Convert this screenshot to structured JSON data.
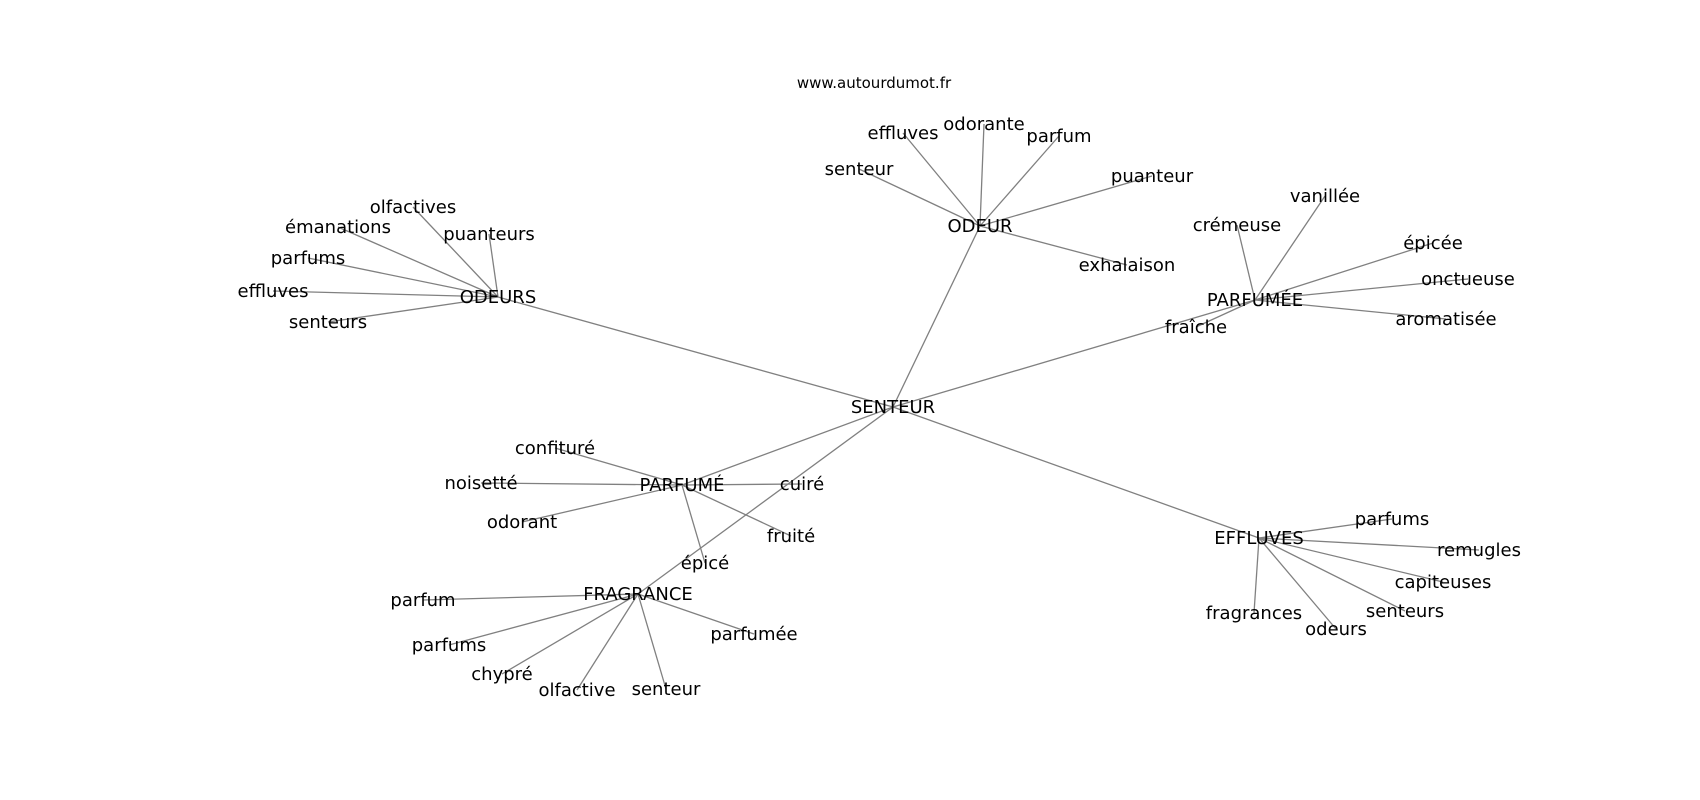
{
  "source": "www.autourdumot.fr",
  "colors": {
    "edge": "#808080",
    "text": "#000000",
    "background": "#ffffff"
  },
  "graph": {
    "center": "SENTEUR",
    "clusters": [
      {
        "hub": "ODEUR",
        "words": [
          "effluves",
          "odorante",
          "parfum",
          "senteur",
          "puanteur",
          "exhalaison"
        ]
      },
      {
        "hub": "ODEURS",
        "words": [
          "olfactives",
          "émanations",
          "puanteurs",
          "parfums",
          "effluves",
          "senteurs"
        ]
      },
      {
        "hub": "PARFUMÉE",
        "words": [
          "vanillée",
          "crémeuse",
          "épicée",
          "onctueuse",
          "aromatisée",
          "fraîche"
        ]
      },
      {
        "hub": "PARFUMÉ",
        "words": [
          "confituré",
          "noisetté",
          "odorant",
          "cuiré",
          "fruité",
          "épicé"
        ]
      },
      {
        "hub": "FRAGRANCE",
        "words": [
          "parfum",
          "parfums",
          "chypré",
          "olfactive",
          "senteur",
          "parfumée"
        ]
      },
      {
        "hub": "EFFLUVES",
        "words": [
          "parfums",
          "remugles",
          "capiteuses",
          "senteurs",
          "fragrances",
          "odeurs"
        ]
      }
    ]
  }
}
